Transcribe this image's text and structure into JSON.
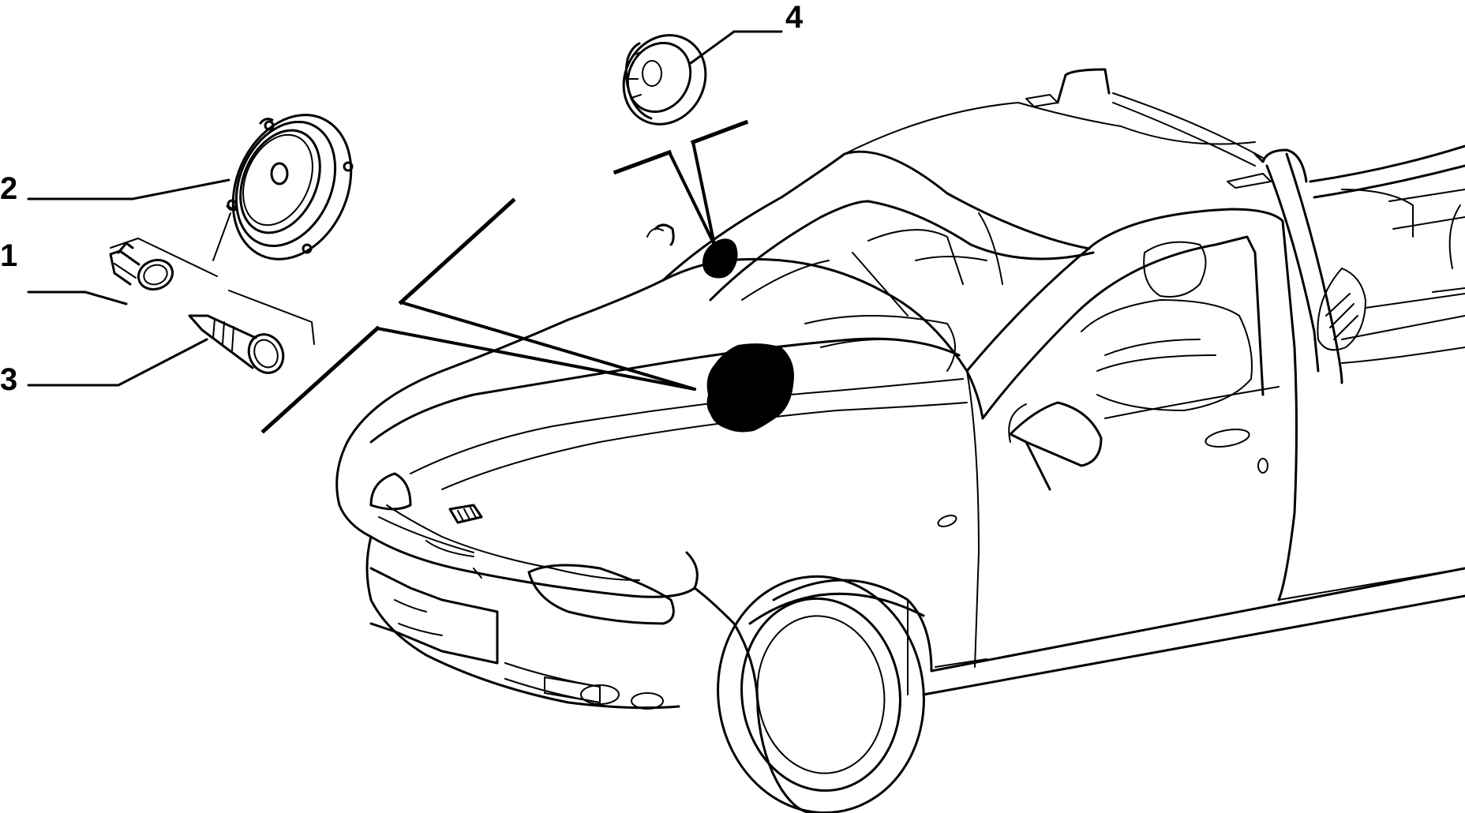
{
  "diagram": {
    "callouts": [
      {
        "id": "1",
        "label": "1"
      },
      {
        "id": "2",
        "label": "2"
      },
      {
        "id": "3",
        "label": "3"
      },
      {
        "id": "4",
        "label": "4"
      }
    ],
    "parts": [
      {
        "callout": "1",
        "icon": "clip-icon"
      },
      {
        "callout": "2",
        "icon": "speaker-ring-icon"
      },
      {
        "callout": "3",
        "icon": "screw-icon"
      },
      {
        "callout": "4",
        "icon": "tweeter-icon"
      }
    ],
    "vehicle": {
      "icon": "pickup-truck-outline-icon",
      "logo_icon": "grille-badge-icon"
    },
    "install_markers": [
      {
        "icon": "dashboard-speaker-location-icon"
      },
      {
        "icon": "pillar-tweeter-location-icon"
      }
    ]
  }
}
